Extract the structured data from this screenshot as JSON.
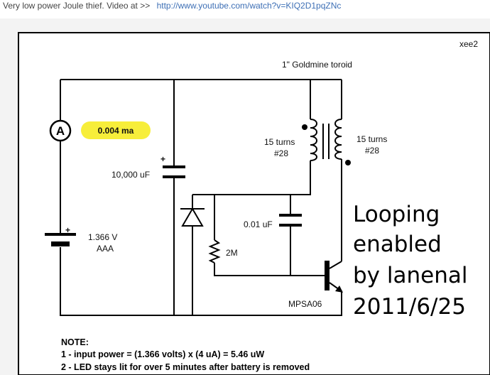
{
  "header": {
    "intro": "Very low power Joule thief. Video at >>",
    "link": "http://www.youtube.com/watch?v=KIQ2D1pqZNc"
  },
  "schematic": {
    "corner_tag": "xee2",
    "toroid_label": "1\" Goldmine toroid",
    "ammeter_symbol": "A",
    "ammeter_reading": "0.004 ma",
    "cap_big_value": "10,000 uF",
    "cap_plus": "+",
    "battery_plus": "+",
    "battery_voltage": "1.366 V",
    "battery_type": "AAA",
    "coil_left_turns": "15 turns",
    "coil_left_wire": "#28",
    "coil_right_turns": "15 turns",
    "coil_right_wire": "#28",
    "cap_small_value": "0.01 uF",
    "resistor_value": "2M",
    "transistor": "MPSA06",
    "highlight_color": "#f7ee3a"
  },
  "overlay": {
    "lines": [
      "Looping",
      "enabled",
      "by lanenal",
      "2011/6/25"
    ]
  },
  "notes": {
    "title": "NOTE:",
    "items": [
      "1 -  input power = (1.366 volts) x (4 uA) = 5.46 uW",
      "2 -  LED stays lit for over 5 minutes after battery is removed"
    ]
  }
}
